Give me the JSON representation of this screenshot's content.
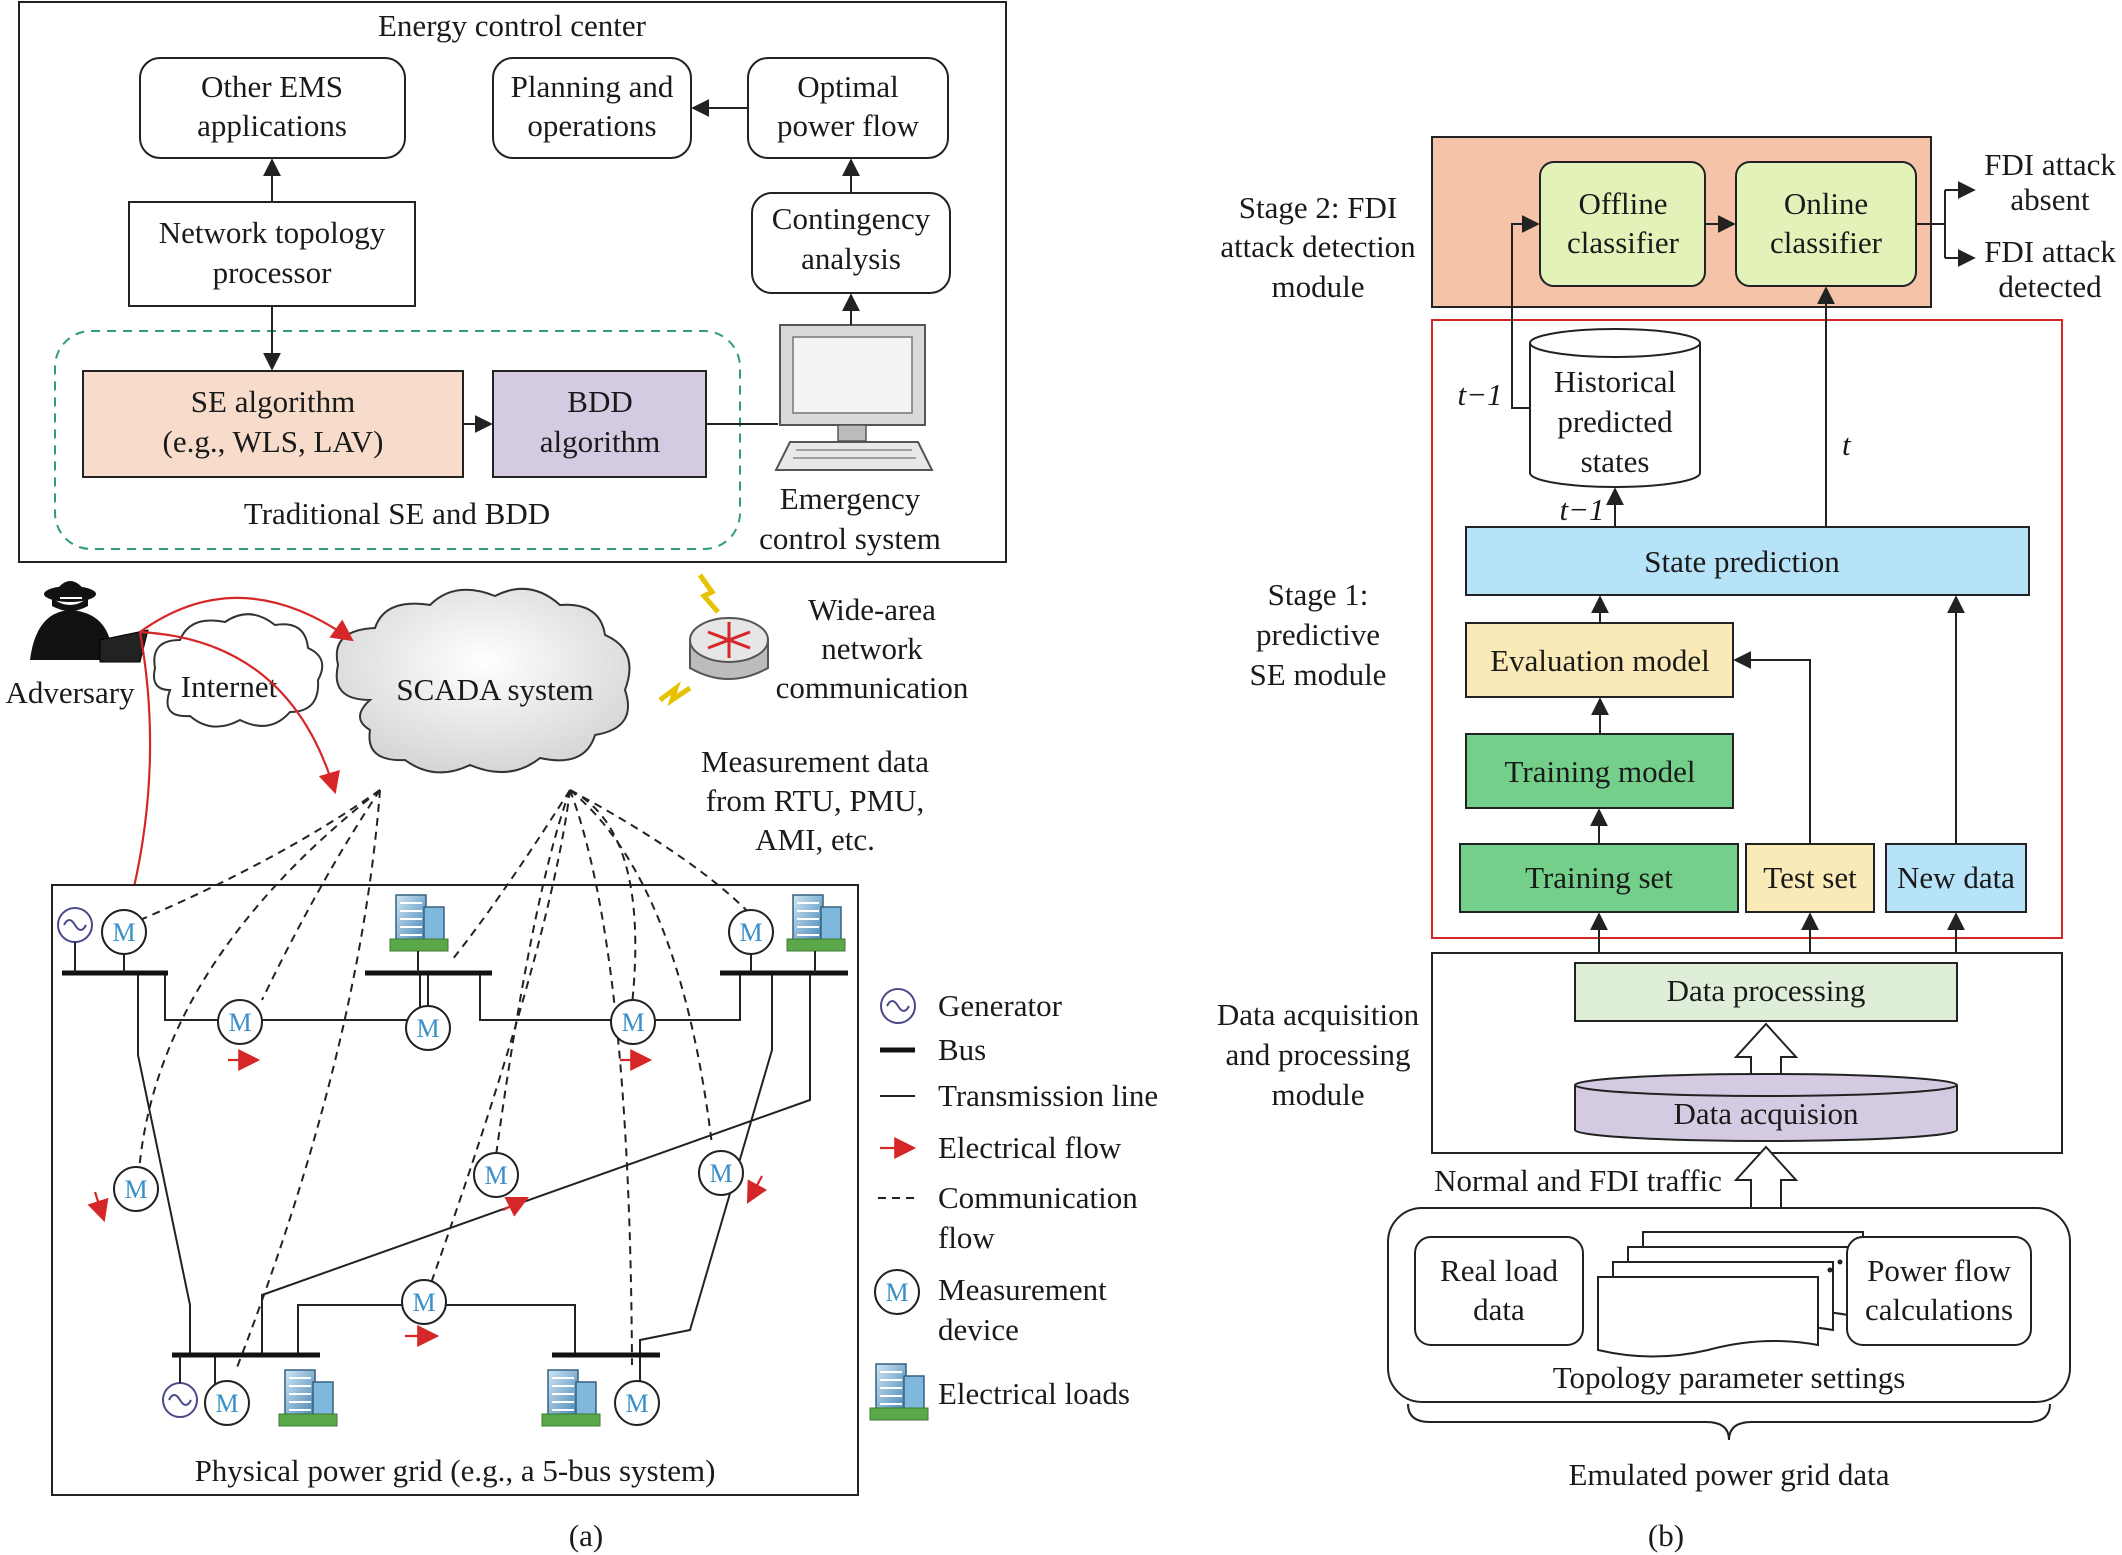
{
  "panel_a": {
    "energy_center": "Energy control center",
    "other_ems": [
      "Other EMS",
      "applications"
    ],
    "planning": [
      "Planning and",
      "operations"
    ],
    "opf": [
      "Optimal",
      "power flow"
    ],
    "topology": [
      "Network topology",
      "processor"
    ],
    "contingency": [
      "Contingency",
      "analysis"
    ],
    "se_algo": [
      "SE algorithm",
      "(e.g., WLS, LAV)"
    ],
    "bdd_algo": [
      "BDD",
      "algorithm"
    ],
    "traditional": "Traditional SE and BDD",
    "emergency": [
      "Emergency",
      "control system"
    ],
    "wan": [
      "Wide-area",
      "network",
      "communication"
    ],
    "adversary": "Adversary",
    "internet": "Internet",
    "scada": "SCADA system",
    "measurement_data": [
      "Measurement data",
      "from RTU, PMU,",
      "AMI, etc."
    ],
    "grid_caption": "Physical power grid (e.g., a 5-bus system)",
    "meter_letter": "M",
    "legend": {
      "generator": "Generator",
      "bus": "Bus",
      "line": "Transmission line",
      "eflow": "Electrical flow",
      "cflow": [
        "Communication",
        "flow"
      ],
      "device": [
        "Measurement",
        "device"
      ],
      "loads": "Electrical loads"
    },
    "label": "(a)"
  },
  "panel_b": {
    "stage2_label": [
      "Stage 2: FDI",
      "attack detection",
      "module"
    ],
    "offline": [
      "Offline",
      "classifier"
    ],
    "online": [
      "Online",
      "classifier"
    ],
    "out_absent": [
      "FDI attack",
      "absent"
    ],
    "out_detected": [
      "FDI attack",
      "detected"
    ],
    "historical": [
      "Historical",
      "predicted",
      "states"
    ],
    "t_minus_1": "t−1",
    "t": "t",
    "stage1_label": [
      "Stage 1:",
      "predictive",
      "SE module"
    ],
    "state_prediction": "State prediction",
    "evaluation": "Evaluation model",
    "training_model": "Training model",
    "training_set": "Training set",
    "test_set": "Test set",
    "new_data": "New data",
    "daq_label": [
      "Data acquisition",
      "and processing",
      "module"
    ],
    "data_processing": "Data processing",
    "data_acquision": "Data acquision",
    "traffic": "Normal and FDI traffic",
    "real_load": [
      "Real load",
      "data"
    ],
    "pf_calc": [
      "Power flow",
      "calculations"
    ],
    "topology_settings": "Topology parameter settings",
    "emulated": "Emulated power grid data",
    "label": "(b)"
  },
  "colors": {
    "se_fill": "#f7dccb",
    "bdd_fill": "#d4cbe3",
    "stage2_fill": "#f4c3a8",
    "classifier_fill": "#e3f2b9",
    "state_pred_fill": "#b6e3f7",
    "evaluation_fill": "#faeab8",
    "training_fill": "#74cf8b",
    "test_fill": "#faeab8",
    "newdata_fill": "#b6e3f7",
    "processing_fill": "#dfeed8",
    "acquision_fill": "#d4cbe3",
    "red": "#d62728",
    "green_dash": "#2e9c7a",
    "meter_blue": "#3a8fc9"
  }
}
